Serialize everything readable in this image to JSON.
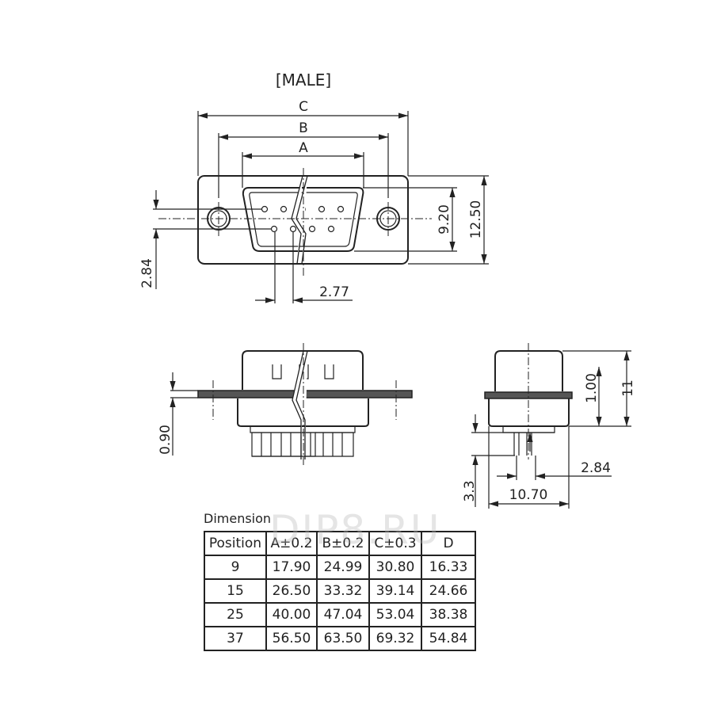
{
  "title": "[MALE]",
  "top_view": {
    "dim_c": "C",
    "dim_b": "B",
    "dim_a": "A",
    "dim_920": "9.20",
    "dim_1250": "12.50",
    "dim_284": "2.84",
    "dim_277": "2.77"
  },
  "side_view": {
    "dim_090": "0.90"
  },
  "end_view": {
    "dim_100": "1.00",
    "dim_11": "11",
    "dim_33": "3.3",
    "dim_1070": "10.70",
    "dim_284": "2.84"
  },
  "watermark": "DIP8.RU",
  "table": {
    "title": "Dimension",
    "headers": [
      "Position",
      "A±0.2",
      "B±0.2",
      "C±0.3",
      "D"
    ],
    "rows": [
      [
        "9",
        "17.90",
        "24.99",
        "30.80",
        "16.33"
      ],
      [
        "15",
        "26.50",
        "33.32",
        "39.14",
        "24.66"
      ],
      [
        "25",
        "40.00",
        "47.04",
        "53.04",
        "38.38"
      ],
      [
        "37",
        "56.50",
        "63.50",
        "69.32",
        "54.84"
      ]
    ]
  }
}
